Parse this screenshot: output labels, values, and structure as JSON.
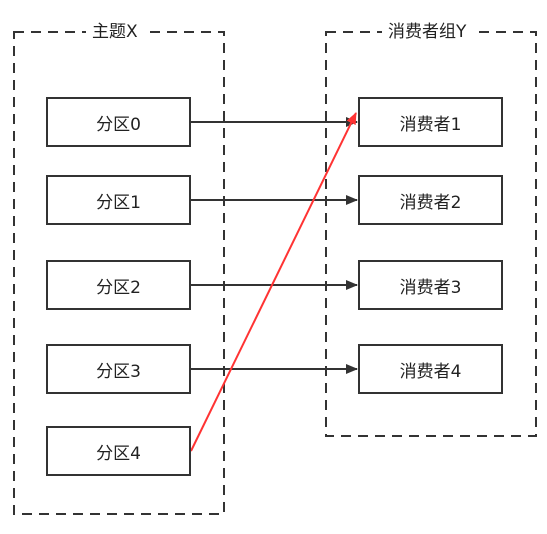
{
  "topic": {
    "title": "主题X",
    "partitions": [
      "分区0",
      "分区1",
      "分区2",
      "分区3",
      "分区4"
    ]
  },
  "consumer_group": {
    "title": "消费者组Y",
    "consumers": [
      "消费者1",
      "消费者2",
      "消费者3",
      "消费者4"
    ]
  },
  "assignments": [
    {
      "from": "分区0",
      "to": "消费者1"
    },
    {
      "from": "分区1",
      "to": "消费者2"
    },
    {
      "from": "分区2",
      "to": "消费者3"
    },
    {
      "from": "分区3",
      "to": "消费者4"
    },
    {
      "from": "分区4",
      "to": "消费者1",
      "highlight": true
    }
  ],
  "colors": {
    "normal_arrow": "#333333",
    "highlight_arrow": "#ff3333",
    "box_border": "#333333"
  }
}
